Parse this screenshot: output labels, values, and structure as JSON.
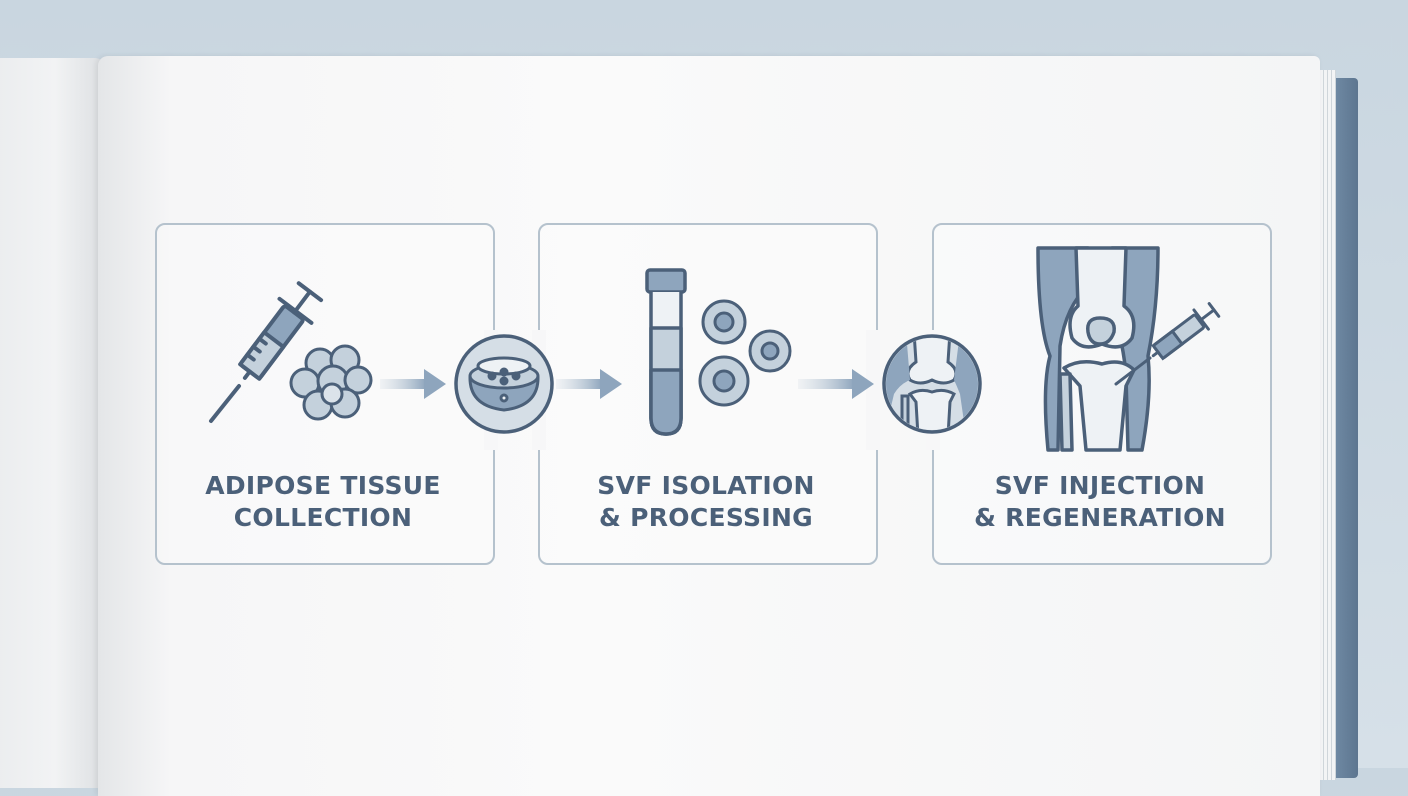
{
  "steps": [
    {
      "line1": "ADIPOSE TISSUE",
      "line2": "COLLECTION",
      "icon": "syringe-fat-cells-icon"
    },
    {
      "line1": "SVF ISOLATION",
      "line2": "& PROCESSING",
      "icon": "test-tube-cells-icon"
    },
    {
      "line1": "SVF INJECTION",
      "line2": "& REGENERATION",
      "icon": "knee-injection-icon"
    }
  ],
  "connectors": [
    "centrifuge-icon",
    "knee-joint-icon"
  ],
  "colors": {
    "stroke": "#4b6079",
    "fill": "#8ea5bd",
    "light_fill": "#c4d1dc",
    "border": "#b5c2cd"
  }
}
